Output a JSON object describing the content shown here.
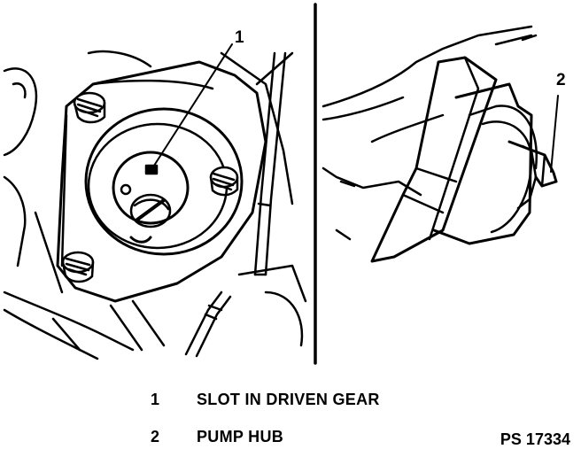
{
  "callouts": [
    {
      "number": "1",
      "text": "SLOT IN DRIVEN GEAR"
    },
    {
      "number": "2",
      "text": "PUMP HUB"
    }
  ],
  "figure_code": "PS 17334",
  "colors": {
    "ink": "#000000",
    "paper": "#ffffff"
  }
}
